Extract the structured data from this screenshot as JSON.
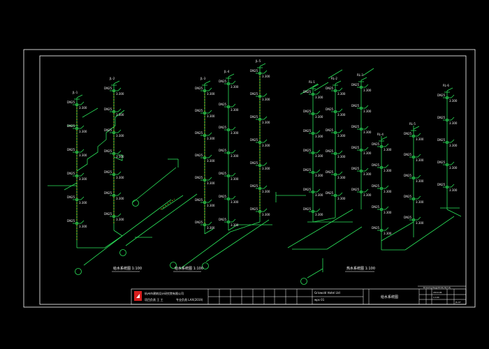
{
  "colors": {
    "background": "#000000",
    "frame": "#ffffff",
    "pipe": "#2be35a",
    "riser_dash": "#e6e61e",
    "text": "#f0f0f0",
    "logo_red": "#d81e1e"
  },
  "title_block": {
    "company": "杭州市建筑设计研究院有限公司",
    "project_title": "给水系统图",
    "line1_left": "项目负责 王 工",
    "line1_right": "专业负责 LAX(2019)",
    "mid_name": "Griswold  Hotel  Ltd",
    "mid_sub": "wps 01",
    "note_top": "Drawing Reg(2019) 8(7-6)",
    "sheet_no": "JS-07",
    "date": "2019.06",
    "scale": "1:100"
  },
  "captions": {
    "left": "给水系统图 1:100",
    "middle": "给水系统图 1:100",
    "right": "热水系统图 1:100"
  },
  "risers": [
    {
      "label": "JL-1"
    },
    {
      "label": "JL-2"
    },
    {
      "label": "JL-3"
    },
    {
      "label": "JL-4"
    },
    {
      "label": "JL-5"
    },
    {
      "label": "RL-1"
    },
    {
      "label": "RL-2"
    },
    {
      "label": "RL-3"
    },
    {
      "label": "RL-4"
    },
    {
      "label": "RL-5"
    },
    {
      "label": "RL-6"
    }
  ],
  "floor_tag": "DN25",
  "elev_tag": "3.300"
}
